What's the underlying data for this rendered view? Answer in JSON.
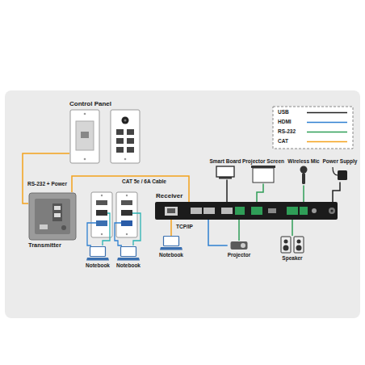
{
  "diagram": {
    "nodes": [
      {
        "text": [
          "Control Panel"
        ]
      },
      {
        "text": [
          "Transmitter"
        ]
      },
      {
        "text": [
          "Notebook"
        ]
      },
      {
        "text": [
          "Notebook"
        ]
      },
      {
        "text": [
          "Receiver"
        ]
      },
      {
        "text": [
          "Smart Board"
        ]
      },
      {
        "text": [
          "Projector Screen"
        ]
      },
      {
        "text": [
          "Wireless Mic"
        ]
      },
      {
        "text": [
          "Power Supply"
        ]
      },
      {
        "text": [
          "Notebook"
        ]
      },
      {
        "text": [
          "Projector"
        ]
      },
      {
        "text": [
          "Speaker"
        ]
      }
    ],
    "edges": [
      {
        "from": 1,
        "to": 0,
        "label": "RS-232 + Power",
        "arrow": "none"
      },
      {
        "from": 1,
        "to": 4,
        "label": "CAT 5e / 6A Cable",
        "arrow": "none"
      },
      {
        "from": 4,
        "to": 5,
        "arrow": "none"
      },
      {
        "from": 4,
        "to": 6,
        "arrow": "none"
      },
      {
        "from": 4,
        "to": 7,
        "arrow": "none"
      },
      {
        "from": 4,
        "to": 8,
        "arrow": "none"
      },
      {
        "from": 4,
        "to": 9,
        "label": "TCP/IP",
        "arrow": "none"
      },
      {
        "from": 4,
        "to": 10,
        "arrow": "none"
      },
      {
        "from": 4,
        "to": 10,
        "arrow": "none"
      },
      {
        "from": 4,
        "to": 11,
        "arrow": "none"
      }
    ],
    "legend": [
      {
        "text": "USB"
      },
      {
        "text": "HDMI"
      },
      {
        "text": "RS-232"
      },
      {
        "text": "CAT"
      }
    ]
  }
}
